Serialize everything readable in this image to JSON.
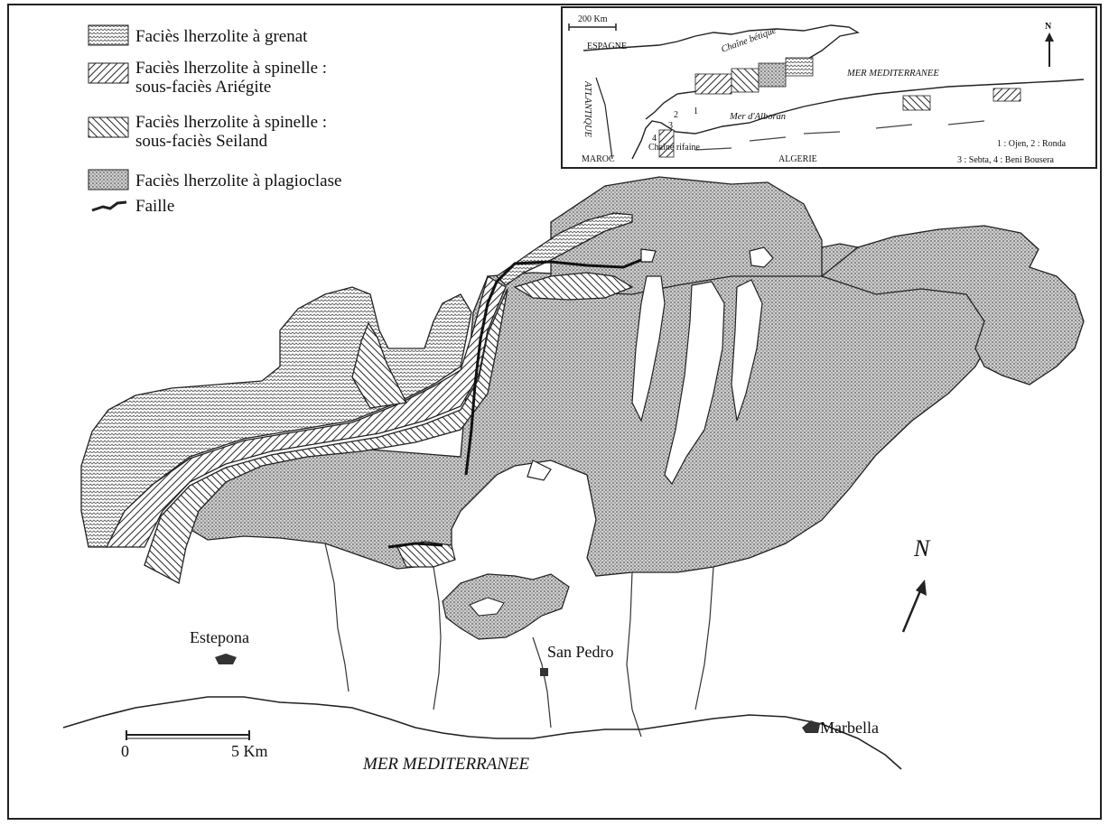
{
  "legend": {
    "items": [
      {
        "line1": "Faciès lherzolite à grenat",
        "line2": ""
      },
      {
        "line1": "Faciès lherzolite à spinelle :",
        "line2": "sous-faciès Ariégite"
      },
      {
        "line1": "Faciès lherzolite à spinelle :",
        "line2": "sous-faciès Seiland"
      },
      {
        "line1": "Faciès lherzolite à plagioclase",
        "line2": ""
      }
    ],
    "fault": "Faille"
  },
  "inset": {
    "scale": "200 Km",
    "north": "N",
    "espagne": "ESPAGNE",
    "chaine_betique": "Chaîne bétique",
    "mer_med": "MER MEDITERRANEE",
    "atlantique": "ATLANTIQUE",
    "alboran": "Mer d'Alboran",
    "chaine_rifaine": "Chaîne rifaine",
    "maroc": "MAROC",
    "algerie": "ALGERIE",
    "num1": "1",
    "num2": "2",
    "num3": "3",
    "num4": "4",
    "key_line1": "1 : Ojen, 2 : Ronda",
    "key_line2": "3 : Sebta, 4 : Beni Bousera"
  },
  "map": {
    "north": "N",
    "places": {
      "estepona": "Estepona",
      "san_pedro": "San Pedro",
      "marbella": "Marbella"
    },
    "sea": "MER MEDITERRANEE",
    "scale": {
      "zero": "0",
      "end": "5 Km"
    }
  },
  "colors": {
    "ink": "#222222",
    "fill_dots": "#888888"
  }
}
